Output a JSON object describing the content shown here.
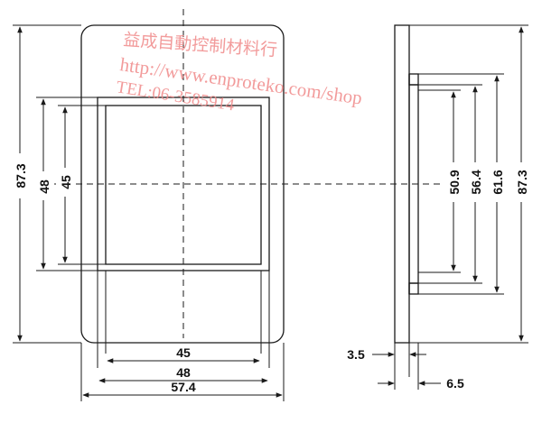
{
  "colors": {
    "line": "#1a1a1a",
    "watermark": "#f08a8a",
    "background": "#ffffff"
  },
  "watermark": {
    "company": "益成自動控制材料行",
    "url": "http://www.enproteko.com/shop",
    "tel": "TEL:06-3585914"
  },
  "front_view": {
    "height_outer": "87.3",
    "height_frame": "48",
    "height_window": "45",
    "width_window": "45",
    "width_frame": "48",
    "width_outer": "57.4"
  },
  "side_view": {
    "dim_a": "50.9",
    "dim_b": "56.4",
    "dim_c": "61.6",
    "dim_total": "87.3",
    "depth_front": "3.5",
    "depth_body": "6.5"
  }
}
